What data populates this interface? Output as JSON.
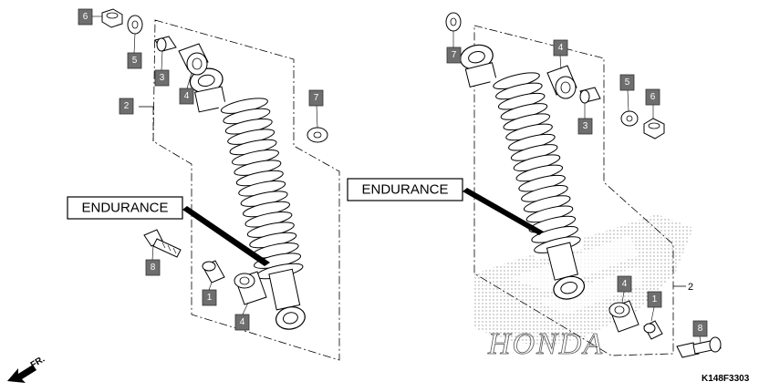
{
  "left_assembly": {
    "brand_label": "ENDURANCE",
    "callouts": {
      "c6": "6",
      "c5": "5",
      "c3": "3",
      "c4_top": "4",
      "c2": "2",
      "c7": "7",
      "c8": "8",
      "c1": "1",
      "c4_bottom": "4"
    }
  },
  "right_assembly": {
    "brand_label": "ENDURANCE",
    "callouts": {
      "c7": "7",
      "c4_top": "4",
      "c5": "5",
      "c6": "6",
      "c3": "3",
      "c4_bottom": "4",
      "c1": "1",
      "c8": "8"
    },
    "assembly_number": "2"
  },
  "background_logo_text": "HONDA",
  "direction_label": "FR.",
  "drawing_code": "K148F3303",
  "colors": {
    "callout_fill": "#6e6e6e",
    "line": "#000000",
    "dot_pattern": "#9a9a9a"
  }
}
